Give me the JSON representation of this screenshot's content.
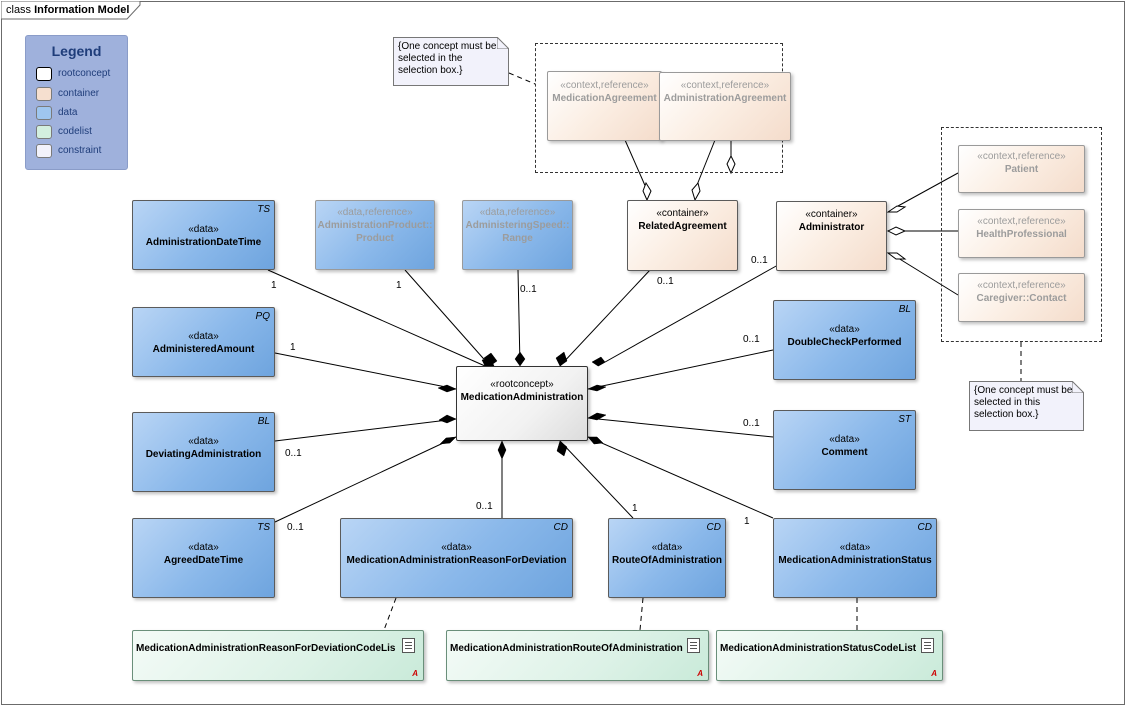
{
  "frame": {
    "kind": "class",
    "title": "Information Model"
  },
  "legend": {
    "title": "Legend",
    "items": [
      {
        "label": "rootconcept",
        "color": "#ffffff",
        "border": "#000000"
      },
      {
        "label": "container",
        "color": "#f6dfcf",
        "border": "#7a7a7a"
      },
      {
        "label": "data",
        "color": "#9fc6ef",
        "border": "#7a7a7a"
      },
      {
        "label": "codelist",
        "color": "#d3efdf",
        "border": "#7a7a7a"
      },
      {
        "label": "constraint",
        "color": "#f2f2fb",
        "border": "#7a7a7a"
      }
    ]
  },
  "notes": {
    "top": "{One concept must be selected in the selection box.}",
    "right": "{One concept must be selected in this selection box.}"
  },
  "classes": {
    "root": {
      "stereo": "«rootconcept»",
      "name": "MedicationAdministration"
    },
    "medication_agreement": {
      "stereo": "«context,reference»",
      "name": "MedicationAgreement"
    },
    "administration_agreement": {
      "stereo": "«context,reference»",
      "name": "AdministrationAgreement"
    },
    "related_agreement": {
      "stereo": "«container»",
      "name": "RelatedAgreement"
    },
    "administrator": {
      "stereo": "«container»",
      "name": "Administrator"
    },
    "patient": {
      "stereo": "«context,reference»",
      "name": "Patient"
    },
    "health_professional": {
      "stereo": "«context,reference»",
      "name": "HealthProfessional"
    },
    "caregiver_contact": {
      "stereo": "«context,reference»",
      "name": "Caregiver::Contact"
    },
    "administration_datetime": {
      "stereo": "«data»",
      "name": "AdministrationDateTime",
      "tag": "TS"
    },
    "administration_product": {
      "stereo": "«data,reference»",
      "name1": "AdministrationProduct::",
      "name2": "Product"
    },
    "administering_speed": {
      "stereo": "«data,reference»",
      "name1": "AdministeringSpeed::",
      "name2": "Range"
    },
    "administered_amount": {
      "stereo": "«data»",
      "name": "AdministeredAmount",
      "tag": "PQ"
    },
    "deviating_administration": {
      "stereo": "«data»",
      "name": "DeviatingAdministration",
      "tag": "BL"
    },
    "agreed_datetime": {
      "stereo": "«data»",
      "name": "AgreedDateTime",
      "tag": "TS"
    },
    "reason_for_deviation": {
      "stereo": "«data»",
      "name": "MedicationAdministrationReasonForDeviation",
      "tag": "CD"
    },
    "route_of_administration": {
      "stereo": "«data»",
      "name": "RouteOfAdministration",
      "tag": "CD"
    },
    "administration_status": {
      "stereo": "«data»",
      "name": "MedicationAdministrationStatus",
      "tag": "CD"
    },
    "double_check_performed": {
      "stereo": "«data»",
      "name": "DoubleCheckPerformed",
      "tag": "BL"
    },
    "comment": {
      "stereo": "«data»",
      "name": "Comment",
      "tag": "ST"
    }
  },
  "codelists": {
    "reason": "MedicationAdministrationReasonForDeviationCodeLis",
    "route": "MedicationAdministrationRouteOfAdministration",
    "status": "MedicationAdministrationStatusCodeList",
    "marker": "A"
  },
  "multiplicities": {
    "administration_datetime": "1",
    "administration_product": "1",
    "administering_speed": "0..1",
    "related_agreement": "0..1",
    "administrator": "0..1",
    "administered_amount": "1",
    "deviating_administration": "0..1",
    "agreed_datetime": "0..1",
    "reason_for_deviation": "0..1",
    "route_of_administration": "1",
    "administration_status": "1",
    "double_check_performed": "0..1",
    "comment": "0..1"
  }
}
